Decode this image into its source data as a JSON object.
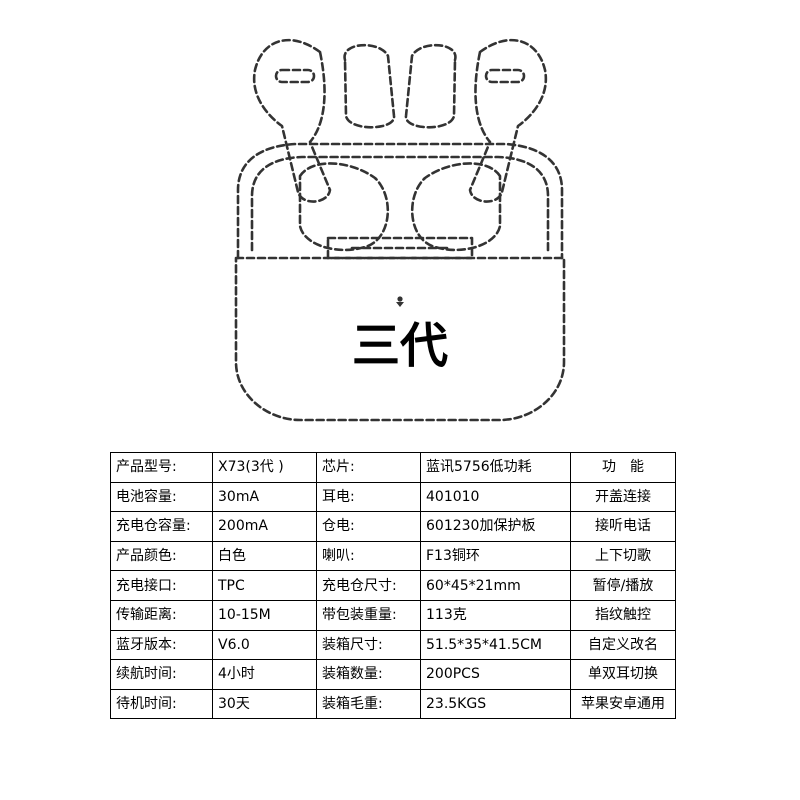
{
  "product_title": "三代",
  "icons": {
    "illustration": "airpods-case-outline",
    "indicator": "led-indicator"
  },
  "spec_table": {
    "rows": [
      [
        "产品型号:",
        "X73(3代 )",
        "芯片:",
        "蓝讯5756低功耗",
        "功　能"
      ],
      [
        "电池容量:",
        "30mA",
        "耳电:",
        "401010",
        "开盖连接"
      ],
      [
        "充电仓容量:",
        "200mA",
        "仓电:",
        "601230加保护板",
        "接听电话"
      ],
      [
        "产品颜色:",
        "白色",
        "喇叭:",
        "F13铜环",
        "上下切歌"
      ],
      [
        "充电接口:",
        "TPC",
        "充电仓尺寸:",
        "60*45*21mm",
        "暂停/播放"
      ],
      [
        "传输距离:",
        "10-15M",
        "带包装重量:",
        "113克",
        "指纹触控"
      ],
      [
        "蓝牙版本:",
        "V6.0",
        "装箱尺寸:",
        "51.5*35*41.5CM",
        "自定义改名"
      ],
      [
        "续航时间:",
        "4小时",
        "装箱数量:",
        "200PCS",
        "单双耳切换"
      ],
      [
        "待机时间:",
        "30天",
        "装箱毛重:",
        "23.5KGS",
        "苹果安卓通用"
      ]
    ]
  }
}
